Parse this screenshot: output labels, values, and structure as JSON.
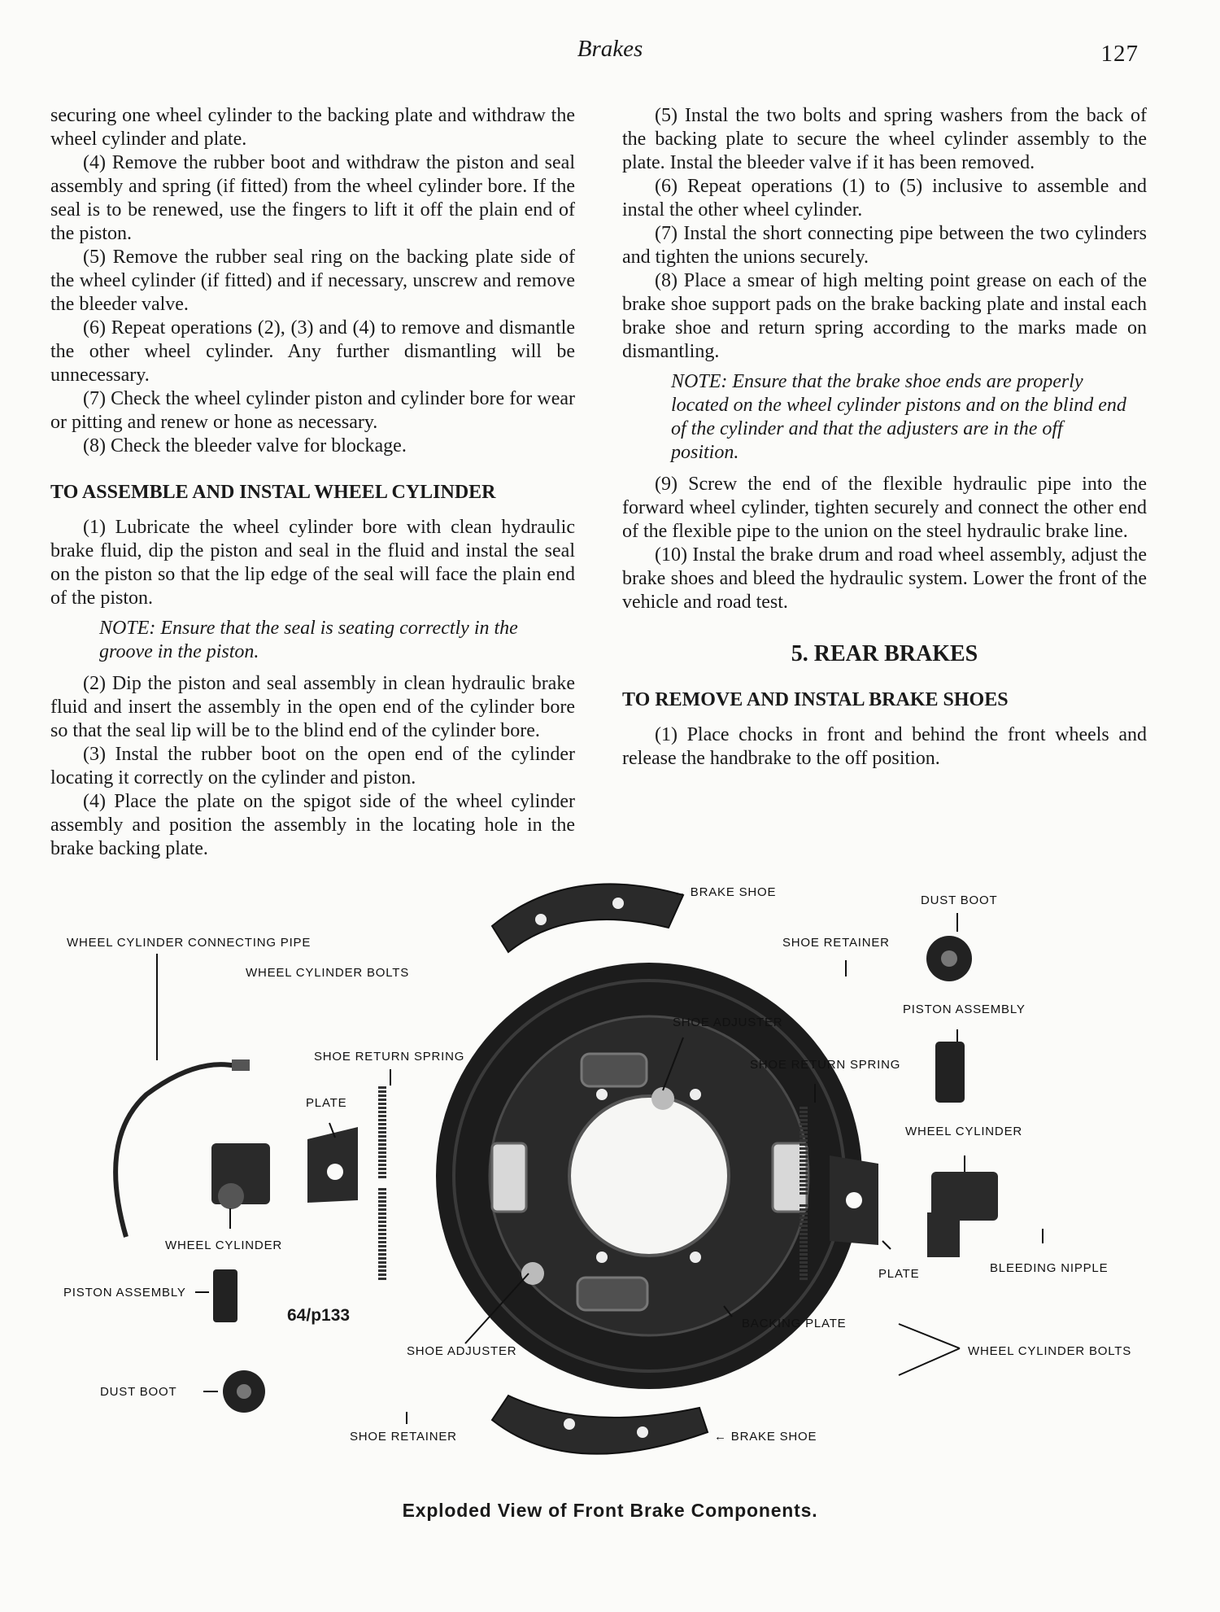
{
  "header": {
    "title": "Brakes",
    "page_number": "127"
  },
  "left_column": {
    "p1": "securing one wheel cylinder to the backing plate and withdraw the wheel cylinder and plate.",
    "p2": "(4) Remove the rubber boot and withdraw the piston and seal assembly and spring (if fitted) from the wheel cylinder bore. If the seal is to be renewed, use the fingers to lift it off the plain end of the piston.",
    "p3": "(5) Remove the rubber seal ring on the backing plate side of the wheel cylinder (if fitted) and if necessary, unscrew and remove the bleeder valve.",
    "p4": "(6) Repeat operations (2), (3) and (4) to remove and dismantle the other wheel cylinder. Any further dismantling will be unnecessary.",
    "p5": "(7) Check the wheel cylinder piston and cylinder bore for wear or pitting and renew or hone as necessary.",
    "p6": "(8) Check the bleeder valve for blockage.",
    "heading": "TO ASSEMBLE AND INSTAL WHEEL CYLINDER",
    "p7": "(1) Lubricate the wheel cylinder bore with clean hydraulic brake fluid, dip the piston and seal in the fluid and instal the seal on the piston so that the lip edge of the seal will face the plain end of the piston.",
    "note": "NOTE: Ensure that the seal is seating correctly in the groove in the piston.",
    "p8": "(2) Dip the piston and seal assembly in clean hydraulic brake fluid and insert the assembly in the open end of the cylinder bore so that the seal lip will be to the blind end of the cylinder bore.",
    "p9": "(3) Instal the rubber boot on the open end of the cylinder locating it correctly on the cylinder and piston.",
    "p10": "(4) Place the plate on the spigot side of the wheel cylinder assembly and position the assembly in the locating hole in the brake backing plate."
  },
  "right_column": {
    "p1": "(5) Instal the two bolts and spring washers from the back of the backing plate to secure the wheel cylinder assembly to the plate. Instal the bleeder valve if it has been removed.",
    "p2": "(6) Repeat operations (1) to (5) inclusive to assemble and instal the other wheel cylinder.",
    "p3": "(7) Instal the short connecting pipe between the two cylinders and tighten the unions securely.",
    "p4": "(8) Place a smear of high melting point grease on each of the brake shoe support pads on the brake backing plate and instal each brake shoe and return spring according to the marks made on dismantling.",
    "note": "NOTE: Ensure that the brake shoe ends are properly located on the wheel cylinder pistons and on the blind end of the cylinder and that the adjusters are in the off position.",
    "p5": "(9) Screw the end of the flexible hydraulic pipe into the forward wheel cylinder, tighten securely and connect the other end of the flexible pipe to the union on the steel hydraulic brake line.",
    "p6": "(10) Instal the brake drum and road wheel assembly, adjust the brake shoes and bleed the hydraulic system. Lower the front of the vehicle and road test.",
    "section": "5. REAR BRAKES",
    "heading": "TO REMOVE AND INSTAL BRAKE SHOES",
    "p7": "(1) Place chocks in front and behind the front wheels and release the handbrake to the off position."
  },
  "figure": {
    "labels": {
      "brake_shoe_top": "← BRAKE SHOE",
      "dust_boot_right": "DUST BOOT",
      "shoe_retainer_right": "SHOE RETAINER",
      "piston_assembly_right": "PISTON ASSEMBLY",
      "shoe_adjuster_top": "SHOE ADJUSTER",
      "shoe_return_spring_right": "SHOE RETURN SPRING",
      "wheel_cylinder_right": "WHEEL CYLINDER",
      "bleeding_nipple": "BLEEDING NIPPLE",
      "plate_right": "PLATE",
      "backing_plate": "BACKING PLATE",
      "wheel_cylinder_bolts_right": "WHEEL CYLINDER BOLTS",
      "wheel_cylinder_connecting_pipe": "WHEEL CYLINDER CONNECTING PIPE",
      "wheel_cylinder_bolts_left": "WHEEL CYLINDER BOLTS",
      "shoe_return_spring_left": "SHOE RETURN SPRING",
      "plate_left": "PLATE",
      "wheel_cylinder_left": "WHEEL CYLINDER",
      "piston_assembly_left": "PISTON ASSEMBLY",
      "shoe_adjuster_bottom": "SHOE ADJUSTER",
      "dust_boot_left": "DUST BOOT",
      "shoe_retainer_bottom": "SHOE RETAINER",
      "brake_shoe_bottom": "← BRAKE SHOE"
    },
    "reference": "64/p133",
    "caption": "Exploded View of Front Brake Components."
  }
}
